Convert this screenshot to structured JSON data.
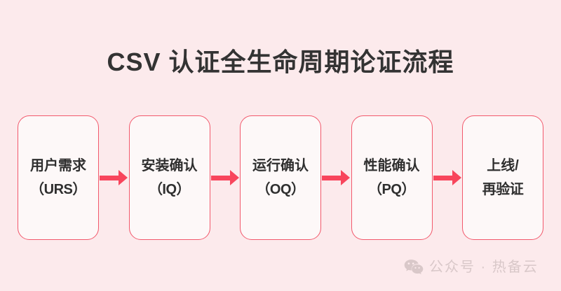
{
  "page": {
    "title": "CSV 认证全生命周期论证流程",
    "background_color": "#fceaec",
    "title_color": "#333333"
  },
  "flow": {
    "accent_color": "#f8455c",
    "box_border_color": "#f2596c",
    "box_fill_color": "#fdf8f8",
    "arrow_icon_name": "arrow-right-icon",
    "steps": [
      {
        "line1": "用户需求",
        "line2": "（URS）"
      },
      {
        "line1": "安装确认",
        "line2": "（IQ）"
      },
      {
        "line1": "运行确认",
        "line2": "（OQ）"
      },
      {
        "line1": "性能确认",
        "line2": "（PQ）"
      },
      {
        "line1": "上线/",
        "line2": "再验证"
      }
    ]
  },
  "watermark": {
    "icon": "wechat-icon",
    "text": "公众号 · 热备云",
    "color": "#d9c8c9"
  }
}
